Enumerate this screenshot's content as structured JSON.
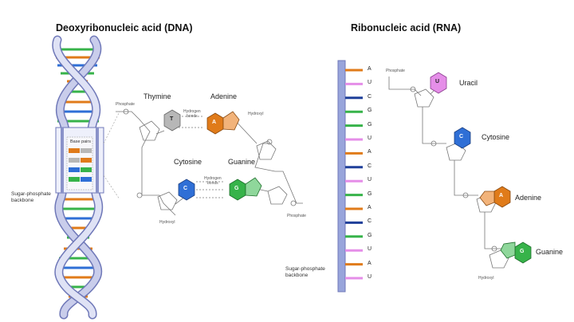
{
  "dna": {
    "title": "Deoxyribonucleic acid (DNA)",
    "backbone_label_1": "Sugar-phosphate",
    "backbone_label_2": "backbone",
    "base_pairs_label": "Base pairs",
    "bases": {
      "thymine": "Thymine",
      "adenine": "Adenine",
      "cytosine": "Cytosine",
      "guanine": "Guanine"
    },
    "letters": {
      "t": "T",
      "a": "A",
      "c": "C",
      "g": "G"
    },
    "hydrogen_bonds_1": "Hydrogen",
    "hydrogen_bonds_2": "bonds",
    "phosphate": "Phosphate",
    "hydroxyl": "Hydroxyl"
  },
  "rna": {
    "title": "Ribonucleic acid (RNA)",
    "backbone_label_1": "Sugar-phosphate",
    "backbone_label_2": "backbone",
    "strand": [
      "A",
      "U",
      "C",
      "G",
      "G",
      "U",
      "A",
      "C",
      "U",
      "G",
      "A",
      "C",
      "G",
      "U",
      "A",
      "U"
    ],
    "bases": {
      "uracil": "Uracil",
      "cytosine": "Cytosine",
      "adenine": "Adenine",
      "guanine": "Guanine"
    },
    "letters": {
      "u": "U",
      "c": "C",
      "a": "A",
      "g": "G"
    },
    "phosphate": "Phosphate",
    "hydroxyl": "Hydroxyl"
  },
  "colors": {
    "adenine": "#e07b1a",
    "thymine": "#b7b7b7",
    "cytosine": "#2f6fd6",
    "guanine": "#37b34a",
    "uracil": "#e58ee8",
    "backbone": "#b9bedf",
    "backbone_dark": "#6f78b8",
    "rna_backbone": "#98a5db"
  }
}
